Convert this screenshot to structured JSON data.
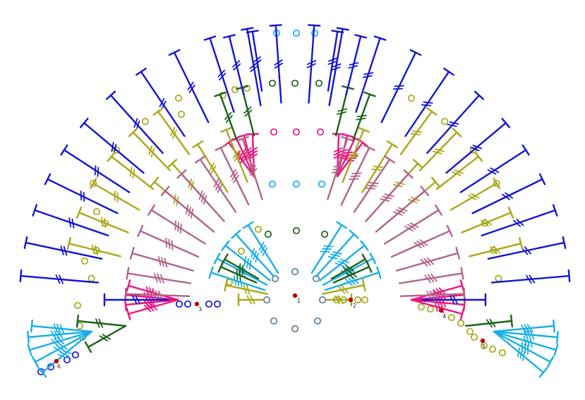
{
  "diagram": {
    "type": "crochet-stitch-chart",
    "round_markers": [
      "1",
      "2",
      "3",
      "4",
      "5",
      "6"
    ],
    "colors": {
      "chain_ring": "#5a7d96",
      "sky": "#17aee8",
      "pink": "#f0147f",
      "olive": "#a9a818",
      "dark_green": "#1b6216",
      "blue": "#1414d2",
      "mauve": "#b0648a",
      "marker": "#c00000"
    },
    "rounds": [
      {
        "label": "",
        "color_key": "sky",
        "stitch": "treble"
      },
      {
        "label": "",
        "color_key": "pink",
        "stitch": "treble"
      },
      {
        "label": "",
        "color_key": "olive",
        "stitch": "double"
      },
      {
        "label": "",
        "color_key": "dark_green",
        "stitch": "double"
      },
      {
        "label": "",
        "color_key": "mauve",
        "stitch": "treble"
      },
      {
        "label": "",
        "color_key": "blue",
        "stitch": "double"
      }
    ]
  }
}
